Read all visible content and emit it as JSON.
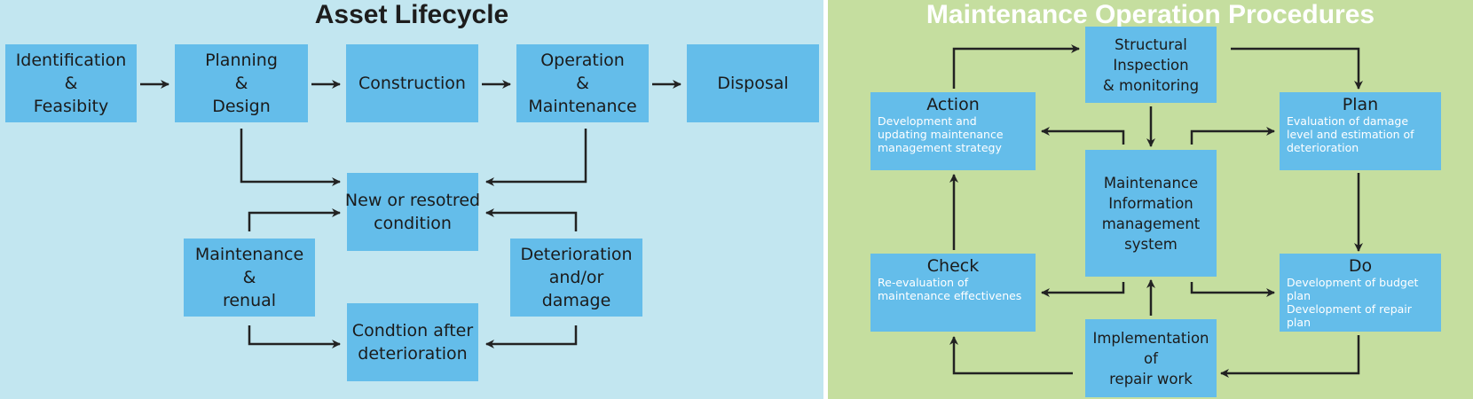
{
  "colors": {
    "left_panel_bg": "#c2e6f0",
    "right_panel_bg": "#c5de9f",
    "box_fill": "#64bdea",
    "arrow_color": "#222222",
    "box_text": "#1b1b1b",
    "desc_text": "#ffffff",
    "left_title_color": "#1d1d1d",
    "right_title_color": "#ffffff"
  },
  "asset_lifecycle": {
    "title": "Asset Lifecycle",
    "identification": [
      "Identification",
      "&",
      "Feasibity"
    ],
    "planning": [
      "Planning",
      "&",
      "Design"
    ],
    "construction": [
      "Construction"
    ],
    "operation": [
      "Operation",
      "&",
      "Maintenance"
    ],
    "disposal": [
      "Disposal"
    ],
    "new_condition": [
      "New or resotred",
      "condition"
    ],
    "maintenance_renual": [
      "Maintenance",
      "&",
      "renual"
    ],
    "deterioration": [
      "Deterioration",
      "and/or",
      "damage"
    ],
    "condition_after": [
      "Condtion after",
      "deterioration"
    ]
  },
  "maintenance_procedures": {
    "title": "Maintenance Operation Procedures",
    "structural_inspection": [
      "Structural",
      "Inspection",
      "& monitoring"
    ],
    "action": {
      "title": "Action",
      "description": "Development and updating maintenance management strategy"
    },
    "plan": {
      "title": "Plan",
      "description": "Evaluation of damage level and estimation of deterioration"
    },
    "mims": [
      "Maintenance",
      "Information",
      "management",
      "system"
    ],
    "check": {
      "title": "Check",
      "description": "Re-evaluation of maintenance effectivenes"
    },
    "do": {
      "title": "Do",
      "description": "Development of budget plan\nDevelopment of repair plan"
    },
    "implementation": [
      "Implementation",
      "of",
      "repair work"
    ]
  }
}
